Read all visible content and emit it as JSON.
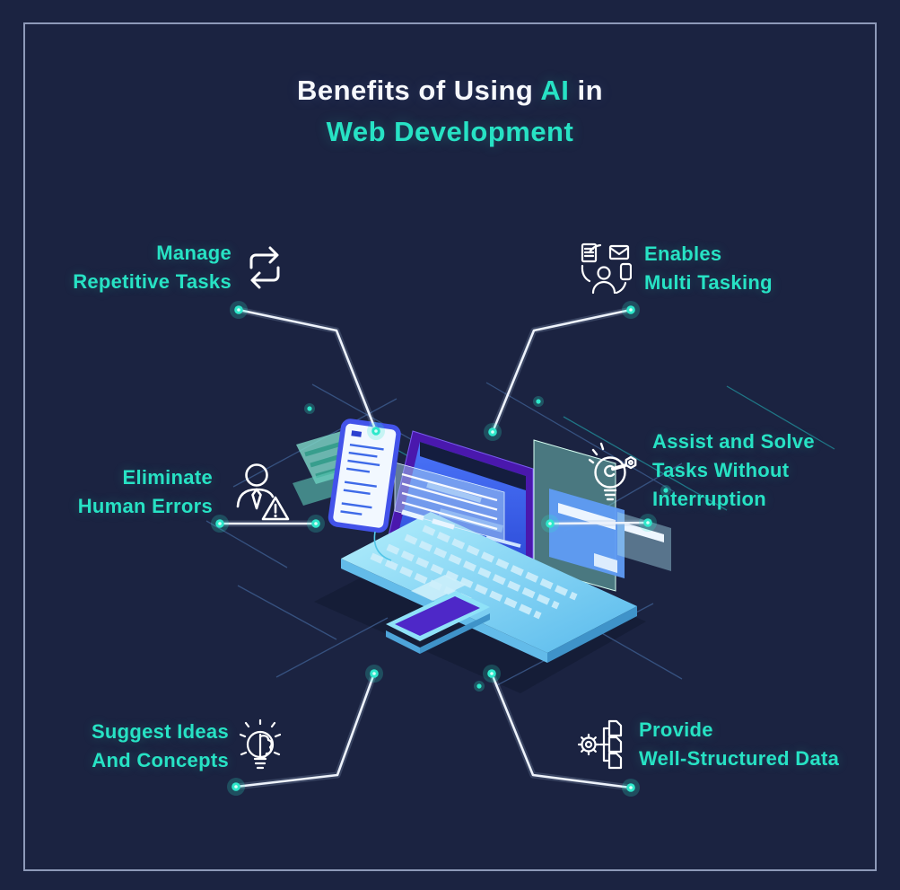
{
  "title": {
    "prefix": "Benefits of Using ",
    "accent": "AI",
    "suffix": " in",
    "line2": "Web Development"
  },
  "callouts": {
    "manage": {
      "line1": "Manage",
      "line2": "Repetitive Tasks",
      "icon": "repeat-arrows-icon"
    },
    "multitask": {
      "line1": "Enables",
      "line2": "Multi Tasking",
      "icon": "multitasking-person-icon"
    },
    "errors": {
      "line1": "Eliminate",
      "line2": "Human Errors",
      "icon": "person-warning-icon"
    },
    "assist": {
      "line1": "Assist and Solve",
      "line2": "Tasks Without",
      "line3": "Interruption",
      "icon": "bulb-wrench-icon"
    },
    "ideas": {
      "line1": "Suggest Ideas",
      "line2": "And Concepts",
      "icon": "idea-bulb-brain-icon"
    },
    "data": {
      "line1": "Provide",
      "line2": "Well-Structured Data",
      "icon": "gear-flowchart-icon"
    }
  },
  "illustration": "isometric-laptop-with-floating-panels-and-tablet",
  "colors": {
    "background": "#1b2341",
    "frame": "#8e9ab9",
    "accent_teal": "#27e2c4",
    "heading_white": "#f6f8fc",
    "connector_line": "#edf2fb",
    "glow_dot": "#2ee8cb",
    "screen_blue": "#3f63ee",
    "bezel_purple": "#4a18ad",
    "laptop_body": "#8fd0f0",
    "tablet_screen_purple": "#4e28c8",
    "panel_teal": "#86e0cf",
    "panel_blue": "#5f9cf4",
    "circuit_line": "#36517f"
  }
}
